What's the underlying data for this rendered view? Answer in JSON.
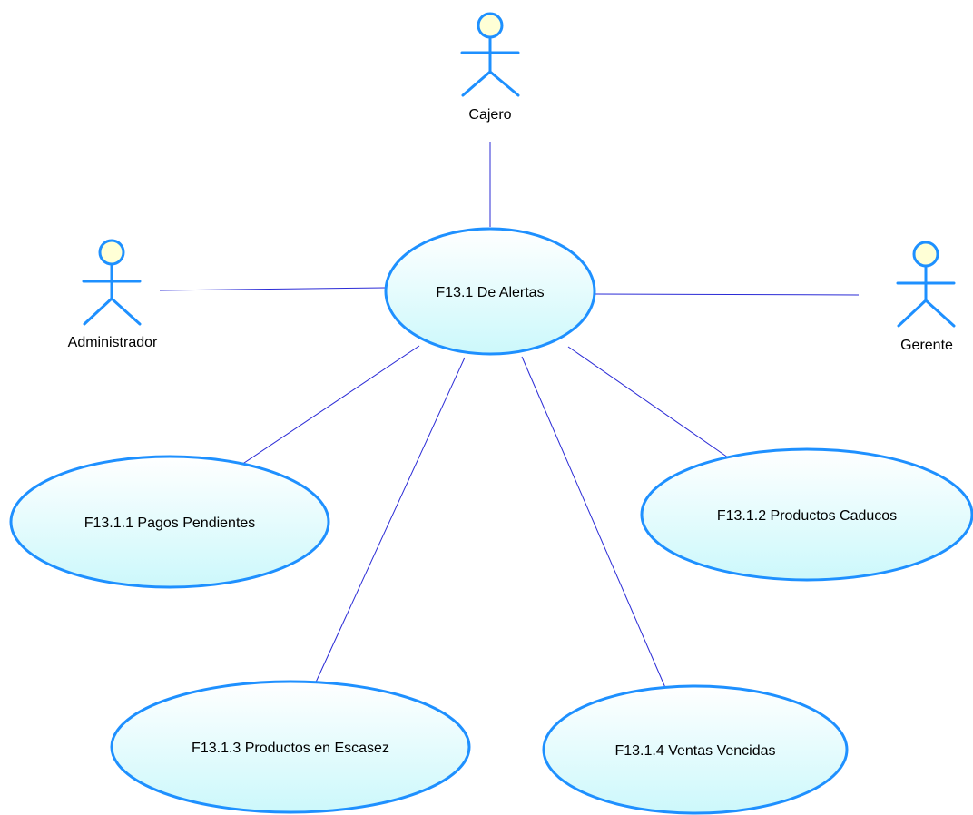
{
  "diagram": {
    "actors": {
      "cajero": "Cajero",
      "administrador": "Administrador",
      "gerente": "Gerente"
    },
    "use_cases": {
      "main": "F13.1 De Alertas",
      "pagos": "F13.1.1 Pagos Pendientes",
      "caducos": "F13.1.2 Productos Caducos",
      "escasez": "F13.1.3 Productos en Escasez",
      "ventas": "F13.1.4 Ventas Vencidas"
    },
    "colors": {
      "actor_stroke": "#1e90ff",
      "actor_head_fill": "#ffffd6",
      "use_case_fill_top": "#ffffff",
      "use_case_fill_bottom": "#ccf8fb",
      "association_line": "#2b2bd6"
    }
  }
}
